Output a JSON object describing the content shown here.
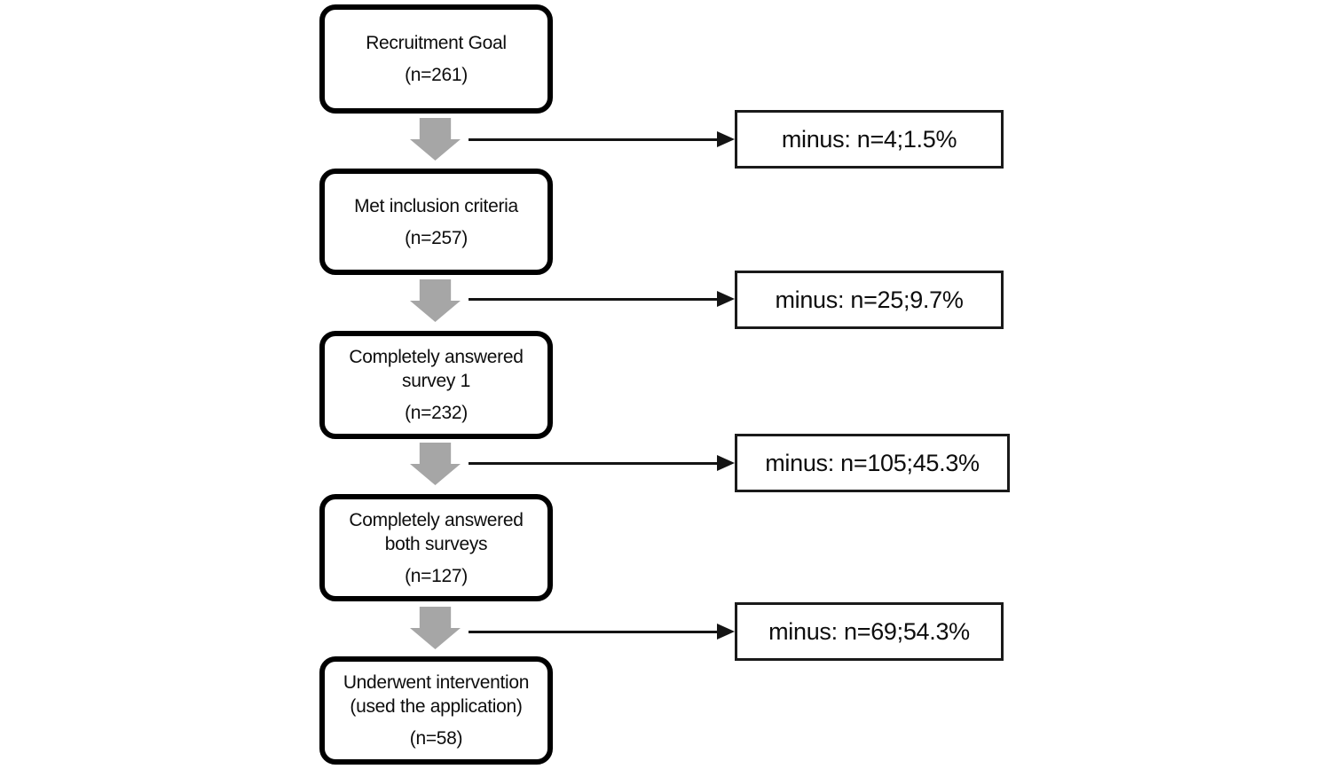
{
  "diagram": {
    "type": "flowchart",
    "background_color": "#ffffff",
    "colors": {
      "box_border": "#000000",
      "down_arrow_gray": "#a6a6a6",
      "connector_black": "#141414",
      "text": "#0d0d0d"
    },
    "stages": [
      {
        "label": "Recruitment Goal",
        "n": "(n=261)"
      },
      {
        "label": "Met inclusion criteria",
        "n": "(n=257)"
      },
      {
        "label": "Completely answered survey 1",
        "n": "(n=232)"
      },
      {
        "label": "Completely answered both surveys",
        "n": "(n=127)"
      },
      {
        "label": "Underwent intervention (used the application)",
        "n": "(n=58)"
      }
    ],
    "dropouts": [
      {
        "label": "minus: n=4;1.5%"
      },
      {
        "label": "minus: n=25;9.7%"
      },
      {
        "label": "minus: n=105;45.3%"
      },
      {
        "label": "minus: n=69;54.3%"
      }
    ]
  }
}
